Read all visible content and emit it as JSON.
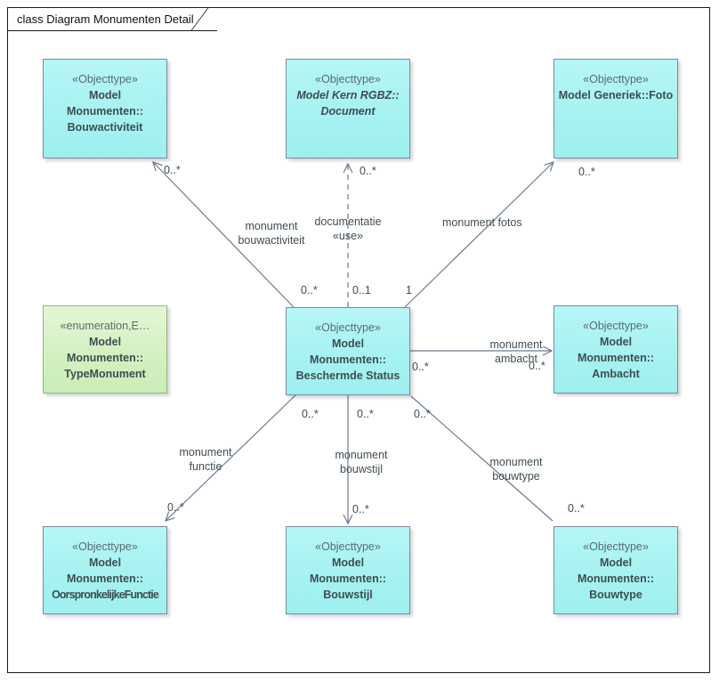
{
  "diagram": {
    "frame_title": "class Diagram Monumenten Detail",
    "colors": {
      "objecttype_fill": "#aaf4f4",
      "enumeration_fill": "#d8f2c8",
      "node_border": "#7a8aa0",
      "connector": "#6c7a8c",
      "text": "#3f4d52",
      "stereotype_text": "#5b6b72",
      "frame_border": "#1a1a1a"
    },
    "nodes": [
      {
        "id": "bouwactiviteit",
        "stereotype": "«Objecttype»",
        "name_lines": [
          "Model",
          "Monumenten::",
          "Bouwactiviteit"
        ],
        "kind": "objecttype",
        "abstract": false
      },
      {
        "id": "document",
        "stereotype": "«Objecttype»",
        "name_lines": [
          "Model Kern RGBZ::",
          "Document"
        ],
        "kind": "objecttype",
        "abstract": true
      },
      {
        "id": "foto",
        "stereotype": "«Objecttype»",
        "name_lines": [
          "Model Generiek::Foto"
        ],
        "kind": "objecttype",
        "abstract": false
      },
      {
        "id": "typemonument",
        "stereotype": "«enumeration,E…",
        "name_lines": [
          "Model",
          "Monumenten::",
          "TypeMonument"
        ],
        "kind": "enumeration",
        "abstract": false
      },
      {
        "id": "beschermdestatus",
        "stereotype": "«Objecttype»",
        "name_lines": [
          "Model",
          "Monumenten::",
          "Beschermde Status"
        ],
        "kind": "objecttype",
        "abstract": false
      },
      {
        "id": "ambacht",
        "stereotype": "«Objecttype»",
        "name_lines": [
          "Model",
          "Monumenten::",
          "Ambacht"
        ],
        "kind": "objecttype",
        "abstract": false
      },
      {
        "id": "oorspronkelijkefunctie",
        "stereotype": "«Objecttype»",
        "name_lines": [
          "Model",
          "Monumenten::",
          "OorspronkelijkeFunctie"
        ],
        "kind": "objecttype",
        "abstract": false
      },
      {
        "id": "bouwstijl",
        "stereotype": "«Objecttype»",
        "name_lines": [
          "Model",
          "Monumenten::",
          "Bouwstijl"
        ],
        "kind": "objecttype",
        "abstract": false
      },
      {
        "id": "bouwtype",
        "stereotype": "«Objecttype»",
        "name_lines": [
          "Model",
          "Monumenten::",
          "Bouwtype"
        ],
        "kind": "objecttype",
        "abstract": false
      }
    ],
    "connectors": [
      {
        "id": "monument-bouwactiviteit",
        "from": "beschermdestatus",
        "to": "bouwactiviteit",
        "style": "association",
        "label_lines": [
          "monument",
          "bouwactiviteit"
        ],
        "source_multiplicity": "0..*",
        "target_multiplicity": "0..*"
      },
      {
        "id": "documentatie-use",
        "from": "beschermdestatus",
        "to": "document",
        "style": "dependency",
        "label_lines": [
          "documentatie"
        ],
        "stereotype": "«use»",
        "source_multiplicity": "0..1",
        "target_multiplicity": "0..*"
      },
      {
        "id": "monument-fotos",
        "from": "beschermdestatus",
        "to": "foto",
        "style": "association",
        "label_lines": [
          "monument fotos"
        ],
        "source_multiplicity": "1",
        "target_multiplicity": "0..*"
      },
      {
        "id": "monument-ambacht",
        "from": "beschermdestatus",
        "to": "ambacht",
        "style": "association",
        "label_lines": [
          "monument",
          "ambacht"
        ],
        "source_multiplicity": "0..*",
        "target_multiplicity": "0..*"
      },
      {
        "id": "monument-functie",
        "from": "beschermdestatus",
        "to": "oorspronkelijkefunctie",
        "style": "association",
        "label_lines": [
          "monument",
          "functie"
        ],
        "source_multiplicity": "0..*",
        "target_multiplicity": "0..*"
      },
      {
        "id": "monument-bouwstijl",
        "from": "beschermdestatus",
        "to": "bouwstijl",
        "style": "association",
        "label_lines": [
          "monument",
          "bouwstijl"
        ],
        "source_multiplicity": "0..*",
        "target_multiplicity": "0..*"
      },
      {
        "id": "monument-bouwtype",
        "from": "beschermdestatus",
        "to": "bouwtype",
        "style": "association",
        "label_lines": [
          "monument",
          "bouwtype"
        ],
        "source_multiplicity": "0..*",
        "target_multiplicity": "0..*"
      }
    ]
  }
}
